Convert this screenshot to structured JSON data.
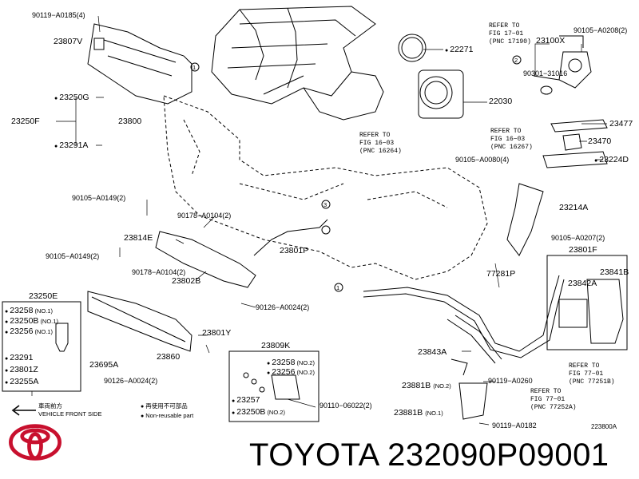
{
  "labels": {
    "p90119_a0185": "90119−A0185(4)",
    "p23807v": "23807V",
    "p23250g": "23250G",
    "p23250f": "23250F",
    "p23800": "23800",
    "p23291a": "23291A",
    "p22271": "22271",
    "refer_17_01_a": "REFER TO",
    "refer_17_01_b": "FIG 17−01",
    "refer_17_01_c": "(PNC 17190)",
    "p23100x": "23100X",
    "p90105_a0208": "90105−A0208(2)",
    "p90301_31016": "90301−31016",
    "p22030": "22030",
    "p23477": "23477",
    "p23470": "23470",
    "p23224d": "23224D",
    "refer_16_03a_a": "REFER TO",
    "refer_16_03a_b": "FIG 16−03",
    "refer_16_03a_c": "(PNC 16264)",
    "refer_16_03b_a": "REFER TO",
    "refer_16_03b_b": "FIG 16−03",
    "refer_16_03b_c": "(PNC 16267)",
    "p90105_a0080": "90105−A0080(4)",
    "p90105_a0149_top": "90105−A0149(2)",
    "p90178_a0104_top": "90178−A0104(2)",
    "p23214a": "23214A",
    "p23814e": "23814E",
    "p90105_a0207": "90105−A0207(2)",
    "p90105_a0149_mid": "90105−A0149(2)",
    "p23801p": "23801P",
    "p23801f": "23801F",
    "p90178_a0104_mid": "90178−A0104(2)",
    "p23802b": "23802B",
    "p77281p": "77281P",
    "p23842a": "23842A",
    "p23841b": "23841B",
    "p23250e": "23250E",
    "p90126_a0024_mid": "90126−A0024(2)",
    "p23801y": "23801Y",
    "p23809k": "23809K",
    "p23860": "23860",
    "p23695a": "23695A",
    "p90126_a0024_bot": "90126−A0024(2)",
    "p23843a": "23843A",
    "p90119_a0260": "90119−A0260",
    "refer_77_01a_a": "REFER TO",
    "refer_77_01a_b": "FIG 77−01",
    "refer_77_01a_c": "(PNC 77251B)",
    "refer_77_01b_a": "REFER TO",
    "refer_77_01b_b": "FIG 77−01",
    "refer_77_01b_c": "(PNC 77252A)",
    "p23881b_no2": "23881B",
    "p23881b_no2_q": "(NO.2)",
    "p23881b_no1": "23881B",
    "p23881b_no1_q": "(NO.1)",
    "p90119_a0182": "90119−A0182",
    "p90110_06022": "90110−06022(2)",
    "box_left": {
      "l1": "23258",
      "l1q": "(NO.1)",
      "l2": "23250B",
      "l2q": "(NO.1)",
      "l3": "23256",
      "l3q": "(NO.1)",
      "l4": "23291",
      "l5": "23801Z",
      "l6": "23255A"
    },
    "box_right": {
      "r1": "23258",
      "r1q": "(NO.2)",
      "r2": "23256",
      "r2q": "(NO.2)",
      "r3": "23257",
      "r4": "23250B",
      "r4q": "(NO.2)"
    }
  },
  "legend": {
    "front_jp": "車両前方",
    "front_en": "VEHICLE FRONT SIDE",
    "nonreuse_jp": "再使用不可部品",
    "nonreuse_en": "Non-reusable part"
  },
  "callouts": [
    "1",
    "2",
    "3"
  ],
  "figure_code": "223800A",
  "brand": {
    "title": "TOYOTA 232090P09001",
    "logo": "toyota-emblem",
    "logo_color": "#c8102e"
  }
}
